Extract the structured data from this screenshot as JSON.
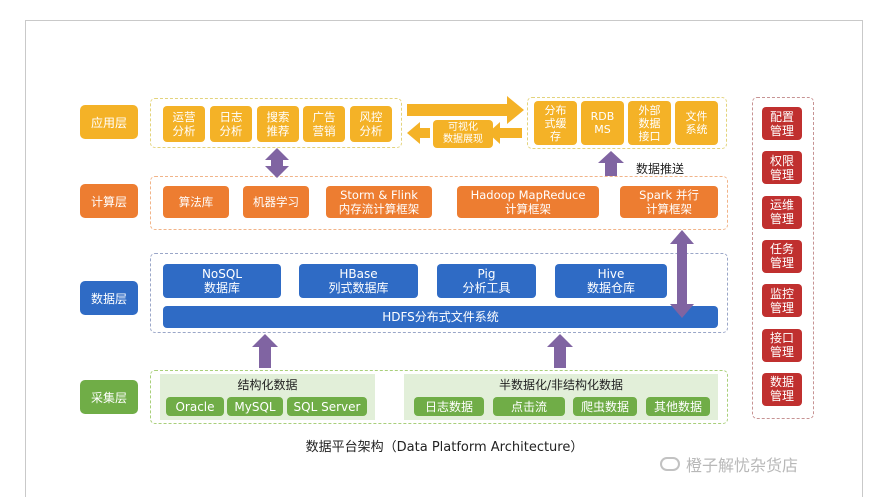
{
  "layers": {
    "app": "应用层",
    "compute": "计算层",
    "data": "数据层",
    "collect": "采集层"
  },
  "app_modules": [
    "运营\n分析",
    "日志\n分析",
    "搜索\n推荐",
    "广告\n营销",
    "风控\n分析"
  ],
  "visualization": "可视化\n数据展现",
  "storage_modules": [
    "分布\n式缓\n存",
    "RDB\nMS",
    "外部\n数据\n接口",
    "文件\n系统"
  ],
  "data_push": "数据推送",
  "compute_modules": [
    "算法库",
    "机器学习",
    "Storm & Flink\n内存流计算框架",
    "Hadoop MapReduce\n计算框架",
    "Spark 并行\n计算框架"
  ],
  "data_modules": [
    "NoSQL\n数据库",
    "HBase\n列式数据库",
    "Pig\n分析工具",
    "Hive\n数据仓库"
  ],
  "hdfs": "HDFS分布式文件系统",
  "structured": {
    "title": "结构化数据",
    "items": [
      "Oracle",
      "MySQL",
      "SQL Server"
    ]
  },
  "semi_structured": {
    "title": "半数据化/非结构化数据",
    "items": [
      "日志数据",
      "点击流",
      "爬虫数据",
      "其他数据"
    ]
  },
  "management": [
    "配置\n管理",
    "权限\n管理",
    "运维\n管理",
    "任务\n管理",
    "监控\n管理",
    "接口\n管理",
    "数据\n管理"
  ],
  "caption": "数据平台架构（Data Platform Architecture）",
  "watermark": "橙子解忧杂货店",
  "colors": {
    "app": "#f4b227",
    "compute": "#ed7d31",
    "data": "#2f6bc5",
    "collect": "#70ad47",
    "management": "#c0302f",
    "arrow": "#8064a2"
  }
}
